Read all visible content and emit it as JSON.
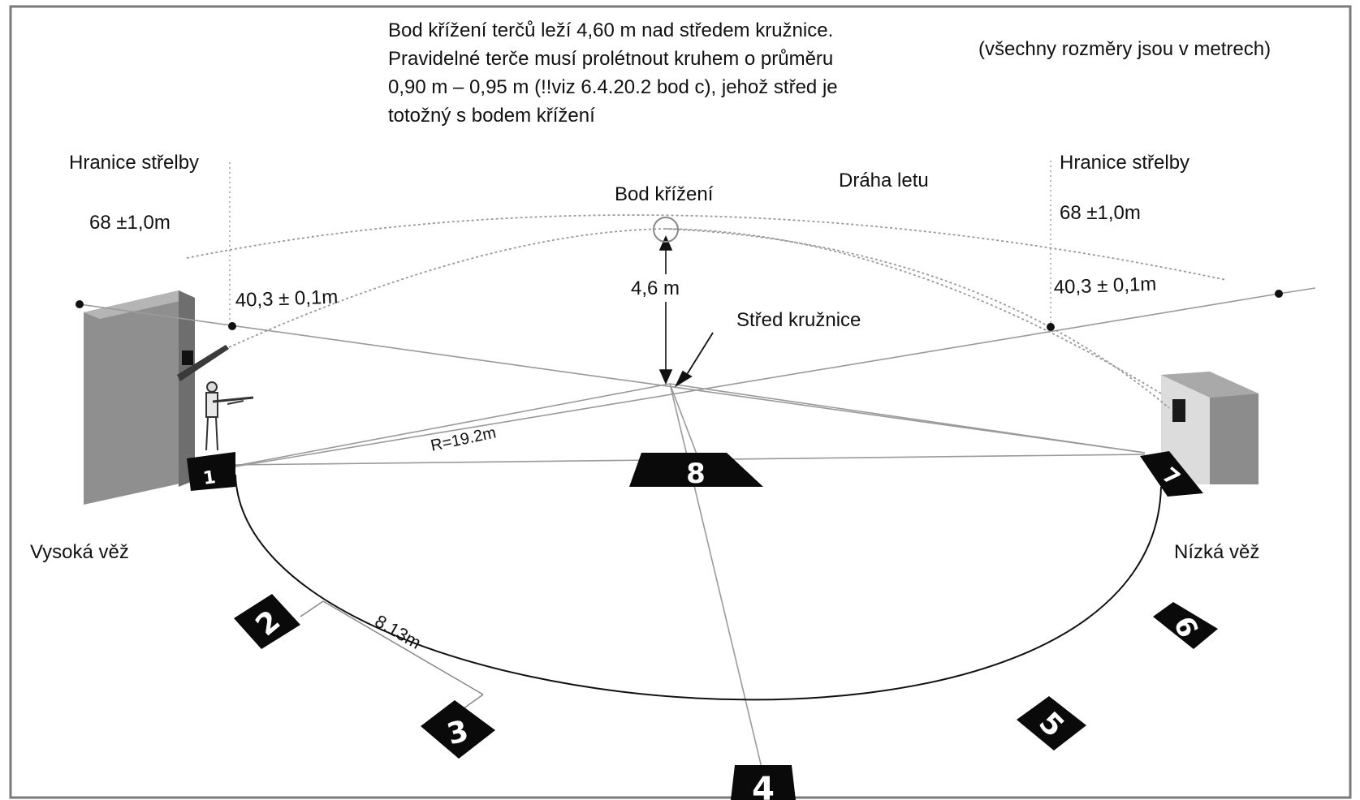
{
  "header": {
    "note_lines": [
      "Bod křížení terčů leží 4,60 m nad středem kružnice.",
      "Pravidelné terče musí prolétnout kruhem o průměru",
      "0,90 m – 0,95 m (!!viz 6.4.20.2 bod c), jehož střed je",
      "totožný s bodem křížení"
    ],
    "units_note": "(všechny rozměry jsou v metrech)"
  },
  "left": {
    "boundary_label": "Hranice střelby",
    "distance_68": "68 ±1,0m",
    "distance_40": "40,3  ±  0,1m",
    "tower_label": "Vysoká věž"
  },
  "right": {
    "boundary_label": "Hranice střelby",
    "distance_68": "68 ±1,0m",
    "distance_40": "40,3  ±  0,1m",
    "tower_label": "Nízká věž"
  },
  "center": {
    "crossing_point_label": "Bod křížení",
    "flight_path_label": "Dráha letu",
    "height_label": "4,6  m",
    "circle_center_label": "Střed kružnice",
    "radius_label": "R=19.2m",
    "chord_label": "8.13m"
  },
  "stations": [
    "1",
    "2",
    "3",
    "4",
    "5",
    "6",
    "7",
    "8"
  ],
  "colors": {
    "border": "#777777",
    "lines": "#999999",
    "dotted": "#9a9a9a",
    "station_bg": "#0a0a0a",
    "tower_dark": "#8a8a8a",
    "tower_light": "#d8d8d8"
  }
}
